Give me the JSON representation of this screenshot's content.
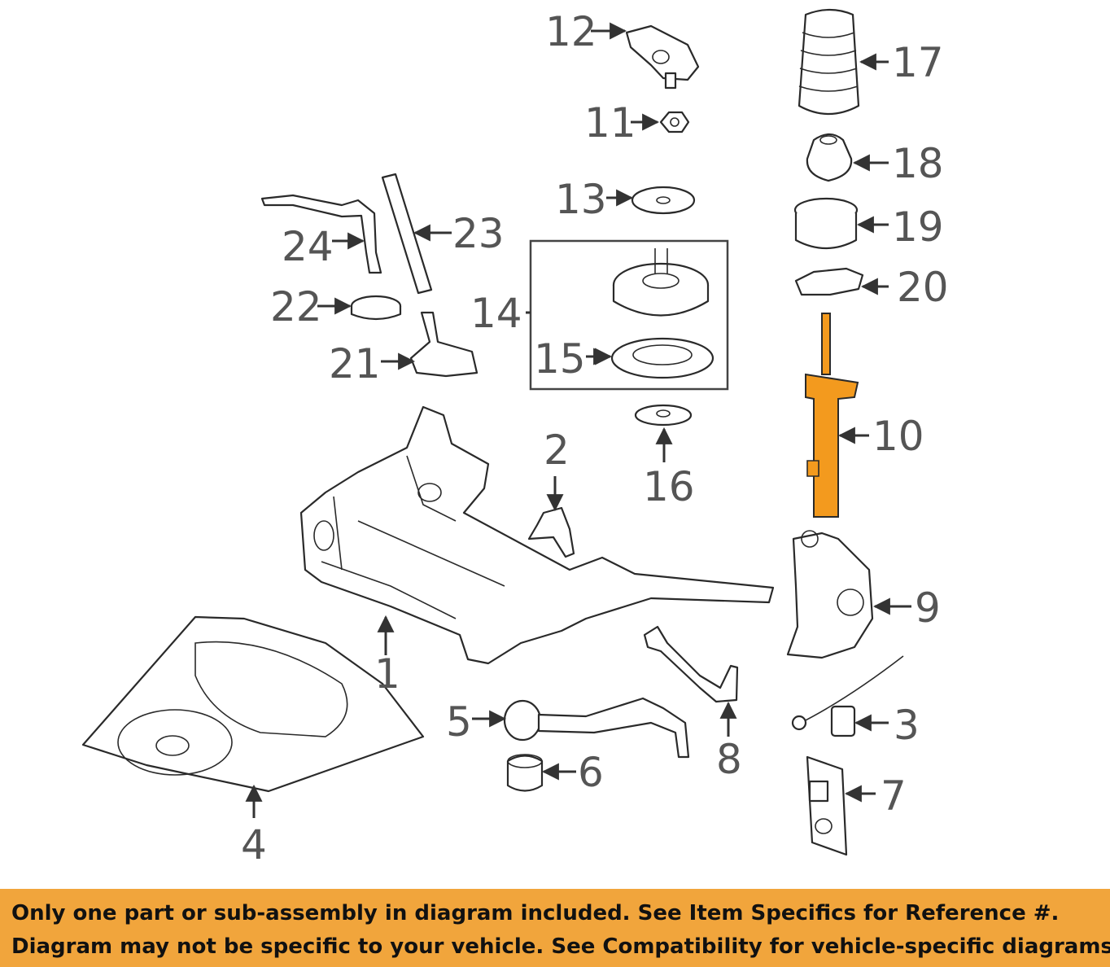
{
  "diagram": {
    "callouts": [
      "1",
      "2",
      "3",
      "4",
      "5",
      "6",
      "7",
      "8",
      "9",
      "10",
      "11",
      "12",
      "13",
      "14",
      "15",
      "16",
      "17",
      "18",
      "19",
      "20",
      "21",
      "22",
      "23",
      "24"
    ],
    "highlight_color": "#f39a1e"
  },
  "banner": {
    "line1": "Only one part or sub-assembly in diagram included. See Item Specifics for Reference #.",
    "line2": "Diagram may not be specific to your vehicle. See Compatibility for vehicle-specific diagrams.",
    "background": "#f1a53c"
  }
}
